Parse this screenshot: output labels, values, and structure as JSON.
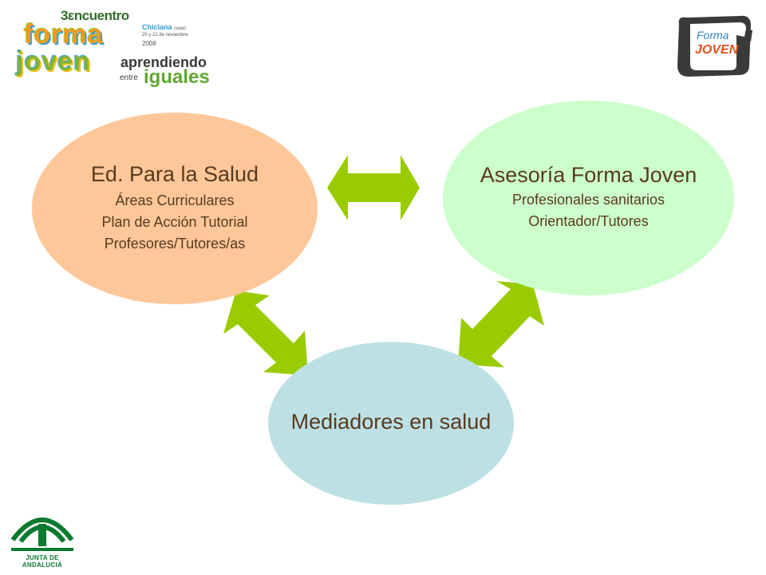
{
  "header": {
    "encuentro_title": "3ɛncuentro",
    "encuentro_forma": "forma",
    "encuentro_joven": "joven",
    "encuentro_city": "Chiclana",
    "encuentro_city_note": "(cádiz)",
    "encuentro_dates": "20 y 21 de noviembre",
    "encuentro_year": "2008",
    "encuentro_tag1": "aprendiendo",
    "encuentro_tag2": "entre",
    "encuentro_tag3": "iguales",
    "badge_forma": "Forma",
    "badge_joven": "JOVEN"
  },
  "diagram": {
    "node_salud": {
      "title": "Ed. Para la Salud",
      "lines": [
        "Áreas Curriculares",
        "Plan de Acción Tutorial",
        "Profesores/Tutores/as"
      ],
      "color": "#fdc79a"
    },
    "node_asesoria": {
      "title": "Asesoría Forma Joven",
      "lines": [
        "Profesionales sanitarios",
        "Orientador/Tutores"
      ],
      "color": "#ccffcc"
    },
    "node_mediadores": {
      "title": "Mediadores en salud",
      "color": "#bde0e4"
    },
    "arrow_color": "#99cc00",
    "text_color": "#5a3a1e"
  },
  "footer": {
    "junta_label": "JUNTA DE ANDALUCIA"
  }
}
